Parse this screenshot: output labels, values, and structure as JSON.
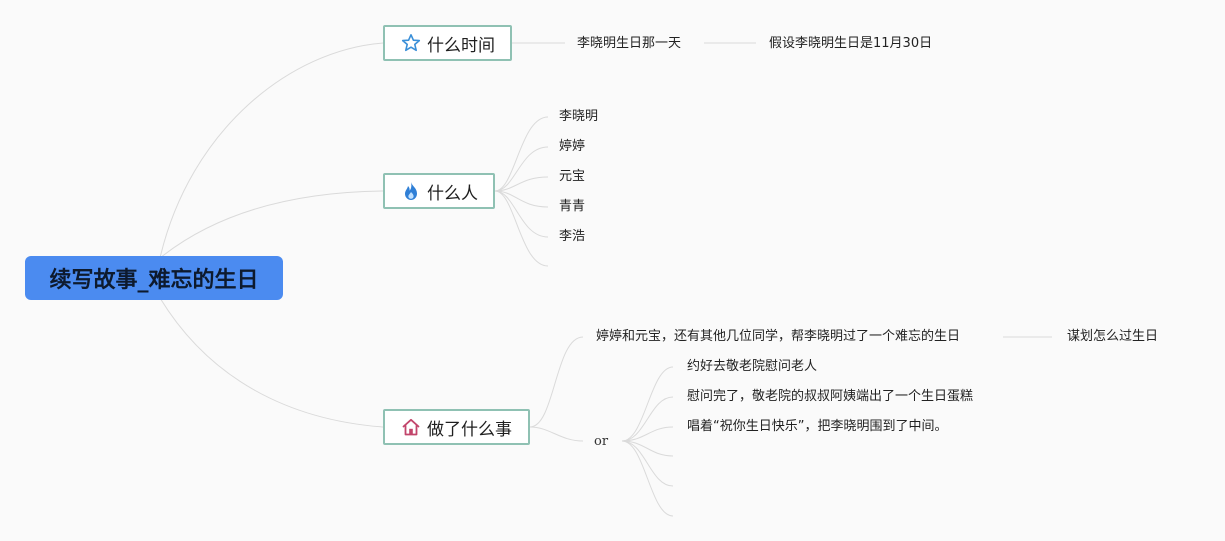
{
  "root": {
    "title": "续写故事_难忘的生日"
  },
  "branches": [
    {
      "label": "什么时间",
      "icon": "star-icon",
      "children": [
        {
          "text": "李晓明生日那一天",
          "child": "假设李晓明生日是11月30日"
        }
      ]
    },
    {
      "label": "什么人",
      "icon": "flame-icon",
      "children": [
        "李晓明",
        "婷婷",
        "元宝",
        "青青",
        "李浩",
        ""
      ]
    },
    {
      "label": "做了什么事",
      "icon": "house-icon",
      "children": [
        {
          "text": "婷婷和元宝，还有其他几位同学，帮李晓明过了一个难忘的生日",
          "child": "谋划怎么过生日"
        },
        {
          "text": "or",
          "children": [
            "约好去敬老院慰问老人",
            "慰问完了，敬老院的叔叔阿姨端出了一个生日蛋糕",
            "唱着“祝你生日快乐”，把李晓明围到了中间。",
            "",
            "",
            ""
          ]
        }
      ]
    }
  ],
  "colors": {
    "root_bg": "#4b8bf0",
    "topic_border": "#8fc1b3",
    "connector": "#dadada",
    "star": "#3a8fd8",
    "flame": "#2f7fd6",
    "house": "#c2456b"
  }
}
